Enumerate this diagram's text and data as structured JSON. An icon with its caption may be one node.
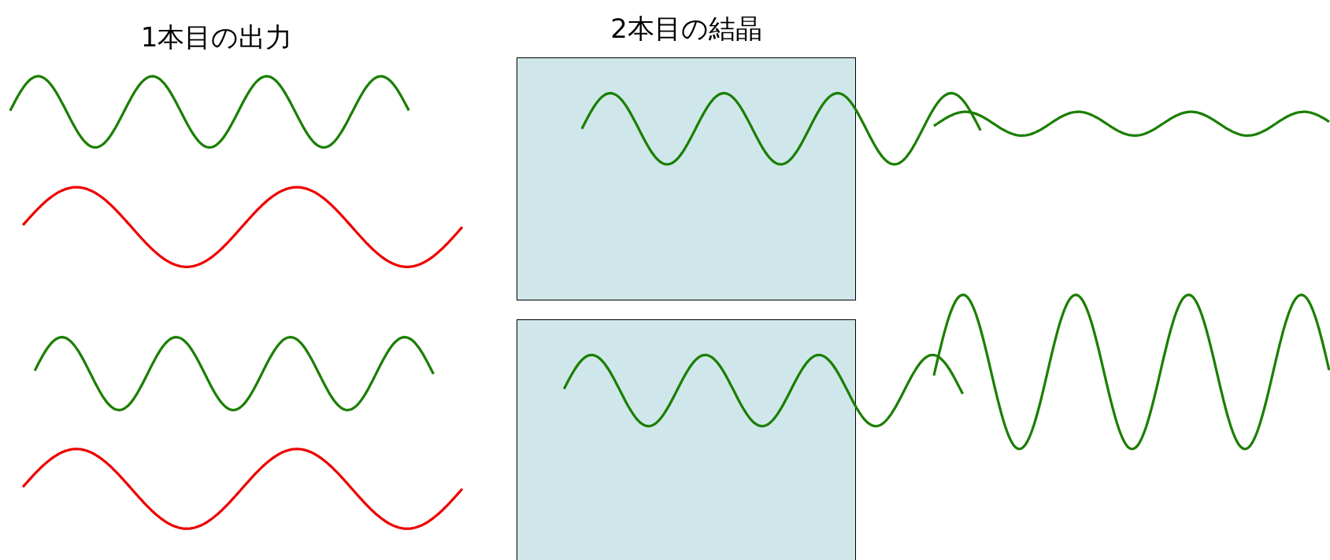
{
  "diagram": {
    "nodes": [
      {
        "text": [
          "2本目の結晶"
        ]
      },
      {
        "text": [],
        "shape": "box"
      }
    ],
    "labels": [
      "1本目の出力"
    ]
  }
}
